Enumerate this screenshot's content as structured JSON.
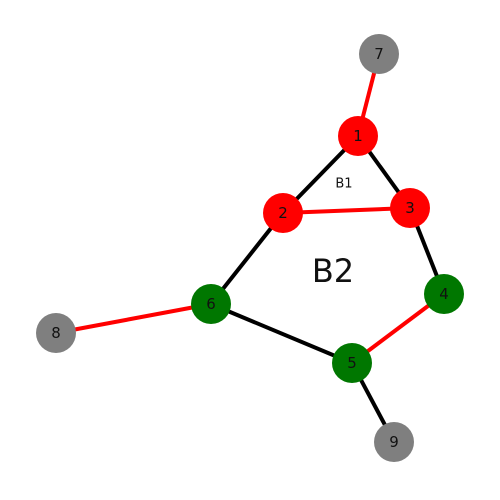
{
  "colors": {
    "red": "#ff0000",
    "green": "#007700",
    "gray": "#7f7f7f",
    "black": "#000000"
  },
  "nodes": [
    {
      "id": "1",
      "label": "1",
      "color": "red"
    },
    {
      "id": "2",
      "label": "2",
      "color": "red"
    },
    {
      "id": "3",
      "label": "3",
      "color": "red"
    },
    {
      "id": "4",
      "label": "4",
      "color": "green"
    },
    {
      "id": "5",
      "label": "5",
      "color": "green"
    },
    {
      "id": "6",
      "label": "6",
      "color": "green"
    },
    {
      "id": "7",
      "label": "7",
      "color": "gray"
    },
    {
      "id": "8",
      "label": "8",
      "color": "gray"
    },
    {
      "id": "9",
      "label": "9",
      "color": "gray"
    }
  ],
  "edges": [
    {
      "source": "1",
      "target": "7",
      "color": "red"
    },
    {
      "source": "1",
      "target": "2",
      "color": "black"
    },
    {
      "source": "1",
      "target": "3",
      "color": "black"
    },
    {
      "source": "2",
      "target": "3",
      "color": "red"
    },
    {
      "source": "2",
      "target": "6",
      "color": "black"
    },
    {
      "source": "3",
      "target": "4",
      "color": "black"
    },
    {
      "source": "4",
      "target": "5",
      "color": "red"
    },
    {
      "source": "6",
      "target": "5",
      "color": "black"
    },
    {
      "source": "6",
      "target": "8",
      "color": "red"
    },
    {
      "source": "5",
      "target": "9",
      "color": "black"
    }
  ],
  "regions": [
    {
      "id": "B1",
      "label": "B1",
      "size": "small"
    },
    {
      "id": "B2",
      "label": "B2",
      "size": "large"
    }
  ]
}
